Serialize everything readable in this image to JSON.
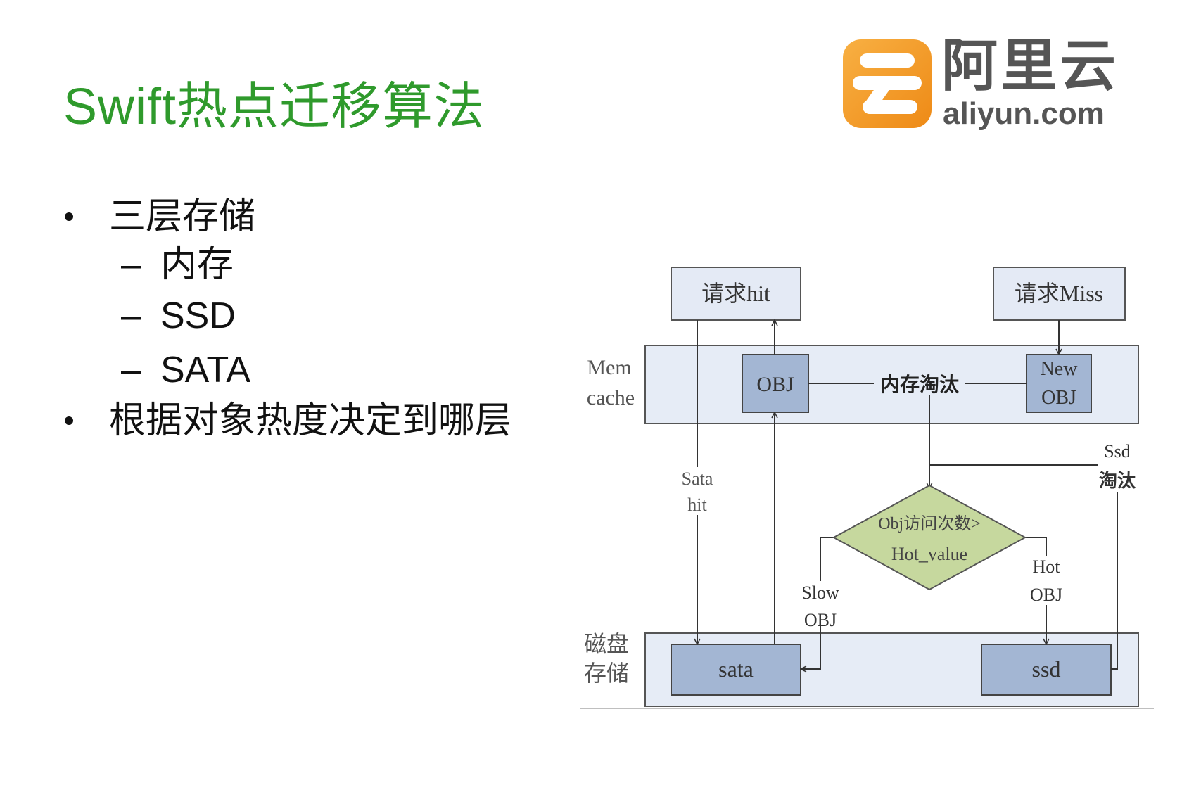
{
  "slide": {
    "title": "Swift热点迁移算法",
    "bullets": [
      {
        "text": "三层存储",
        "sub": [
          "内存",
          "SSD",
          "SATA"
        ]
      },
      {
        "text": "根据对象热度决定到哪层"
      }
    ],
    "dash": "–"
  },
  "logo": {
    "cn": "阿里云",
    "en": "aliyun.com",
    "brand_color": "#F39A1F"
  },
  "diagram": {
    "request_hit": "请求hit",
    "request_miss": "请求Miss",
    "mem_label": [
      "Mem",
      "cache"
    ],
    "disk_label": [
      "磁盘",
      "存储"
    ],
    "obj": "OBJ",
    "new_obj": [
      "New",
      "OBJ"
    ],
    "mem_evict": "内存淘汰",
    "ssd_evict": [
      "Ssd",
      "淘汰"
    ],
    "sata_hit": [
      "Sata",
      "hit"
    ],
    "decision": [
      "Obj访问次数>",
      "Hot_value"
    ],
    "slow_obj": [
      "Slow",
      "OBJ"
    ],
    "hot_obj": [
      "Hot",
      "OBJ"
    ],
    "sata": "sata",
    "ssd": "ssd"
  }
}
